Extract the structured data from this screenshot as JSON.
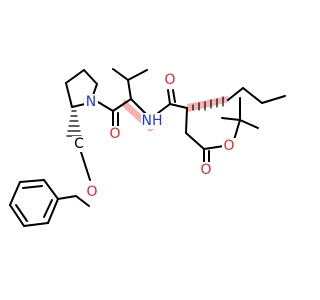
{
  "molecule": {
    "colors": {
      "bond": "#000000",
      "oxygen": "#e8262b",
      "nitrogen": "#1b3be8",
      "carbon": "#000000",
      "stereo_highlight": "#f6a3a3"
    },
    "atom_labels": [
      {
        "id": "n-proline",
        "text": "N",
        "element": "nitrogen"
      },
      {
        "id": "o-amide-1",
        "text": "O",
        "element": "oxygen"
      },
      {
        "id": "nh-amide",
        "text": "NH",
        "element": "nitrogen"
      },
      {
        "id": "o-amide-2",
        "text": "O",
        "element": "oxygen"
      },
      {
        "id": "o-ester-single",
        "text": "O",
        "element": "oxygen"
      },
      {
        "id": "o-ester-carbonyl",
        "text": "O",
        "element": "oxygen"
      },
      {
        "id": "o-ether",
        "text": "O",
        "element": "oxygen"
      },
      {
        "id": "c-methylene",
        "text": "C",
        "element": "carbon"
      }
    ]
  }
}
